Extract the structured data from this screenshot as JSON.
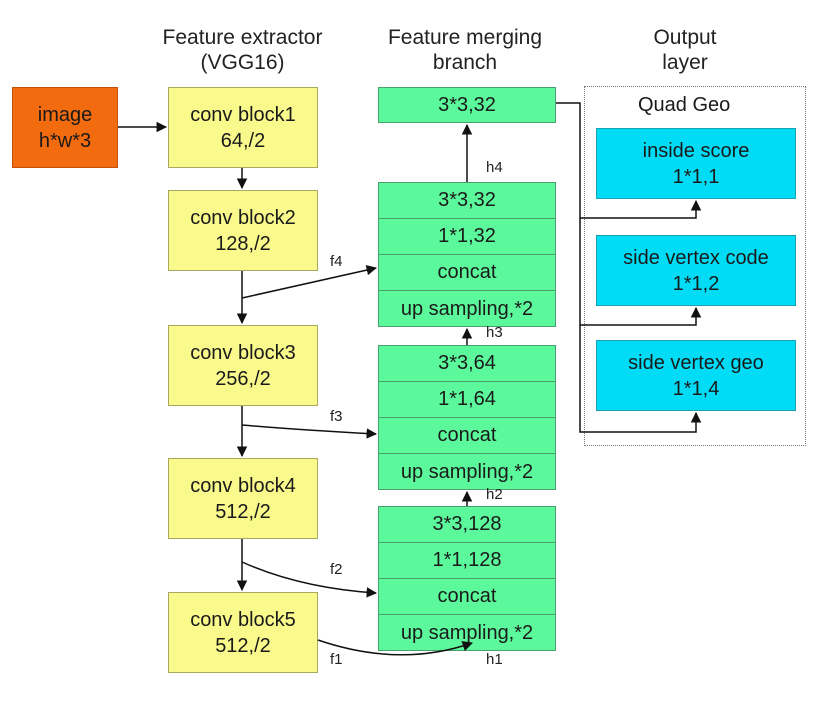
{
  "headers": {
    "extractor": [
      "Feature extractor",
      "(VGG16)"
    ],
    "merging": [
      "Feature merging",
      "branch"
    ],
    "output": [
      "Output",
      "layer"
    ]
  },
  "input": [
    "image",
    "h*w*3"
  ],
  "conv_blocks": [
    {
      "name": "conv block1",
      "spec": "64,/2"
    },
    {
      "name": "conv block2",
      "spec": "128,/2"
    },
    {
      "name": "conv block3",
      "spec": "256,/2"
    },
    {
      "name": "conv block4",
      "spec": "512,/2"
    },
    {
      "name": "conv block5",
      "spec": "512,/2"
    }
  ],
  "top_conv": "3*3,32",
  "merge_stages": [
    {
      "rows": [
        "3*3,32",
        "1*1,32",
        "concat",
        "up sampling,*2"
      ]
    },
    {
      "rows": [
        "3*3,64",
        "1*1,64",
        "concat",
        "up sampling,*2"
      ]
    },
    {
      "rows": [
        "3*3,128",
        "1*1,128",
        "concat",
        "up sampling,*2"
      ]
    }
  ],
  "feature_labels": [
    "f1",
    "f2",
    "f3",
    "f4"
  ],
  "hidden_labels": [
    "h1",
    "h2",
    "h3",
    "h4"
  ],
  "output_title": "Quad Geo",
  "outputs": [
    {
      "name": "inside score",
      "spec": "1*1,1"
    },
    {
      "name": "side vertex code",
      "spec": "1*1,2"
    },
    {
      "name": "side vertex geo",
      "spec": "1*1,4"
    }
  ],
  "colors": {
    "input": "#f36b0f",
    "conv": "#fafa8c",
    "merge": "#5cf99c",
    "output": "#00dcf6"
  }
}
